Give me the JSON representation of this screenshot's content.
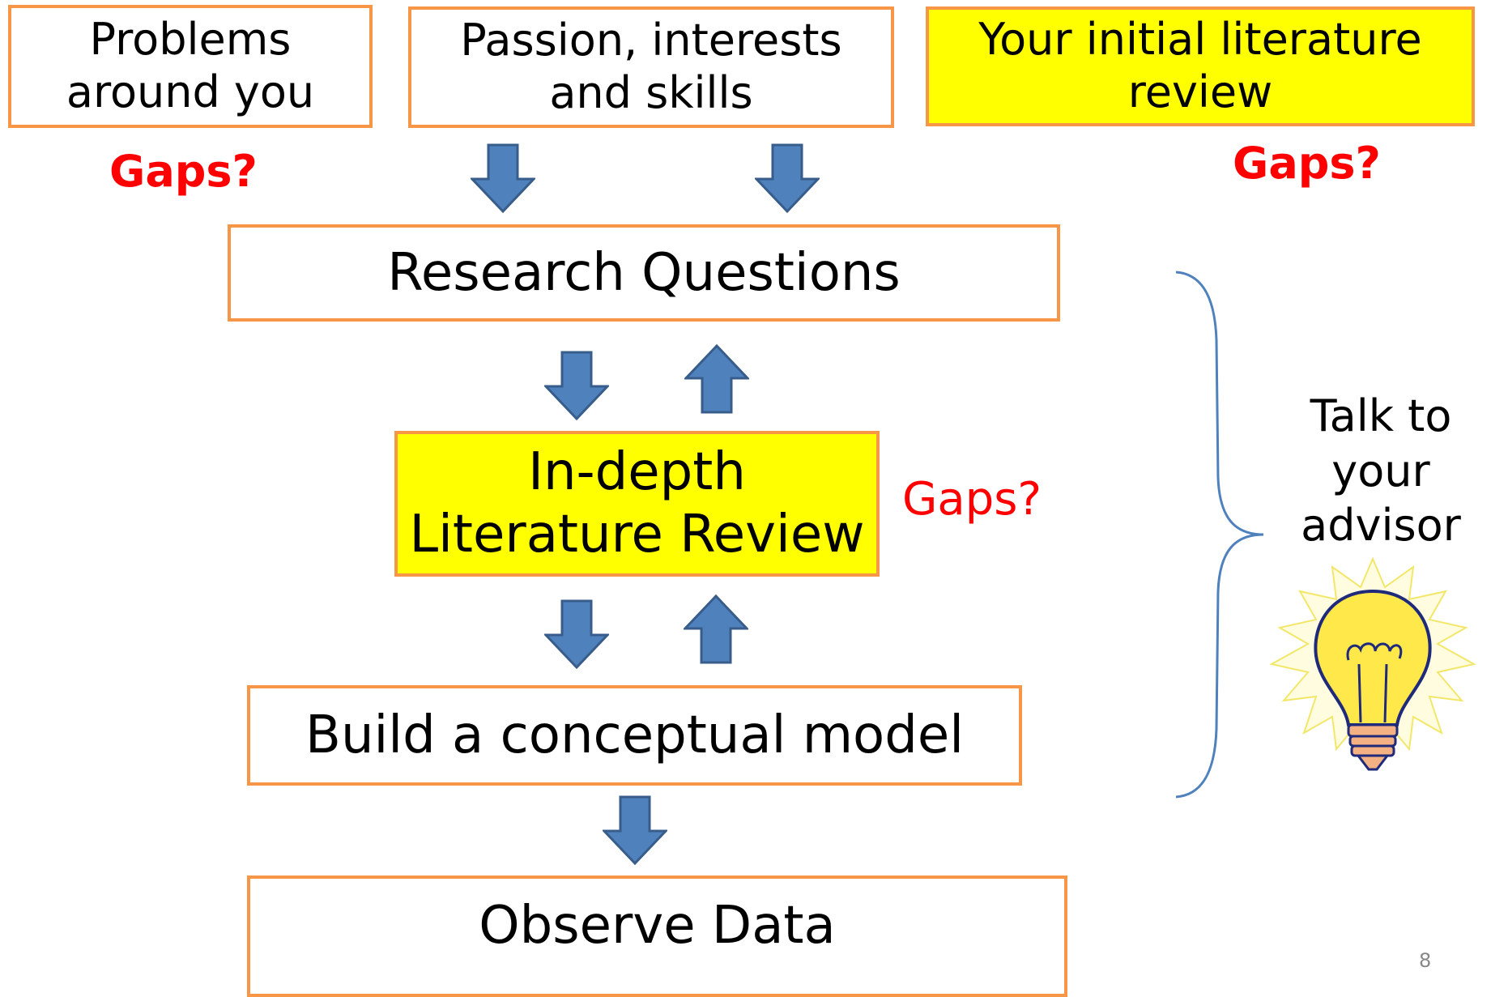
{
  "boxes": {
    "problems": {
      "line1": "Problems",
      "line2": "around you"
    },
    "passion": {
      "line1": "Passion, interests",
      "line2": "and skills"
    },
    "initial_review": {
      "line1": "Your initial literature",
      "line2": "review"
    },
    "research_questions": {
      "text": "Research Questions"
    },
    "indepth_review": {
      "line1": "In-depth",
      "line2": "Literature Review"
    },
    "conceptual_model": {
      "text": "Build a conceptual model"
    },
    "observe_data": {
      "text": "Observe Data"
    }
  },
  "gaps": {
    "left": "Gaps?",
    "right": "Gaps?",
    "middle": "Gaps?"
  },
  "advisor_note": {
    "line1": "Talk to",
    "line2": "your",
    "line3": "advisor"
  },
  "page_number": "8",
  "colors": {
    "box_border": "#F79646",
    "highlight": "#FFFF00",
    "gap_text": "#FF0000",
    "arrow_fill": "#4F81BD",
    "arrow_stroke": "#385D8A",
    "brace": "#4F81BD"
  },
  "icons": [
    "arrow-down-icon",
    "arrow-up-icon",
    "curly-brace-icon",
    "lightbulb-icon"
  ]
}
